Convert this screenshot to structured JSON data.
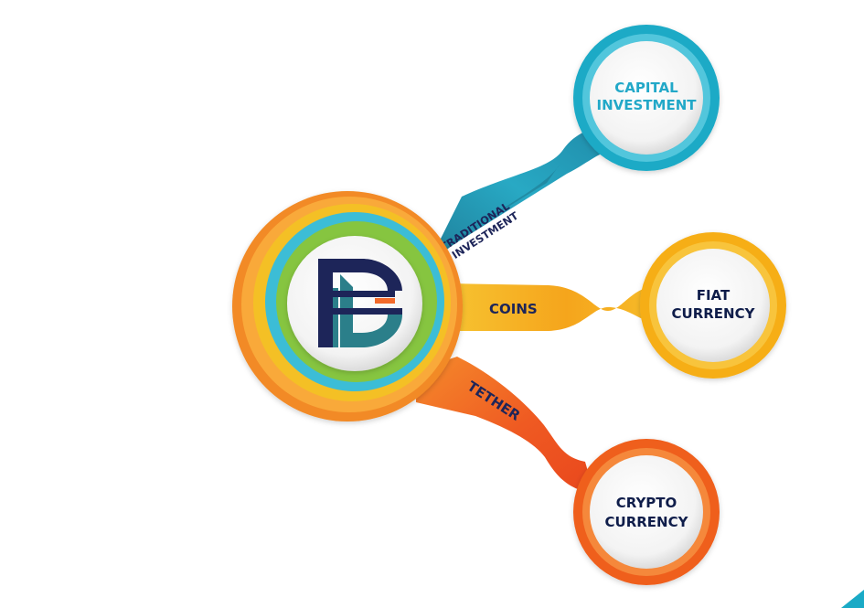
{
  "hub": {
    "logo_icon": "db-monogram-logo"
  },
  "branches": [
    {
      "id": "traditional",
      "label_line1": "TRADITIONAL",
      "label_line2": "INVESTMENT",
      "color": "#1a9fba"
    },
    {
      "id": "coins",
      "label": "COINS",
      "color": "#f7b81f"
    },
    {
      "id": "tether",
      "label": "TETHER",
      "color": "#f2612a"
    }
  ],
  "nodes": [
    {
      "id": "capital",
      "line1": "CAPITAL",
      "line2": "INVESTMENT",
      "text_color": "#22a8c8",
      "ring_color": "#1cb0cc"
    },
    {
      "id": "fiat",
      "line1": "FIAT",
      "line2": "CURRENCY",
      "text_color": "#0f1d4a",
      "ring_color": "#f8b51c"
    },
    {
      "id": "crypto",
      "line1": "CRYPTO",
      "line2": "CURRENCY",
      "text_color": "#0f1d4a",
      "ring_color": "#f0651f"
    }
  ],
  "colors": {
    "navy": "#1d2559",
    "teal": "#2b7f8a",
    "hub_orange": "#f39a2a",
    "hub_yellow": "#f6c12a",
    "hub_cyan": "#3cc0d8",
    "hub_green": "#8fc63e"
  }
}
